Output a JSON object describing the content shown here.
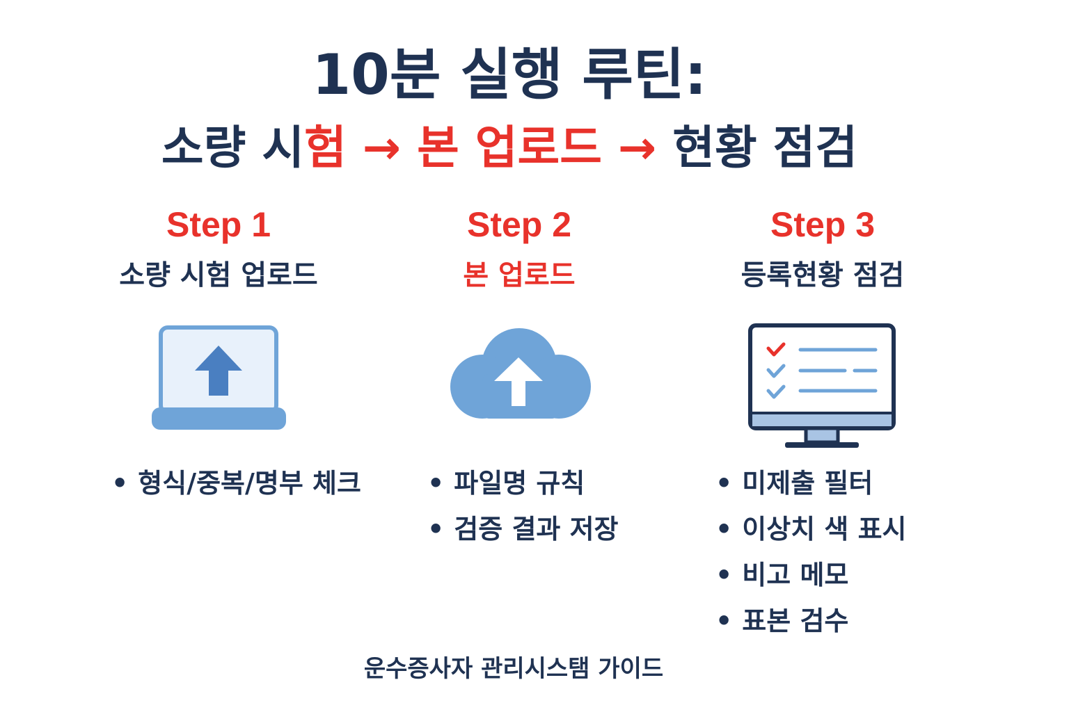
{
  "title": {
    "line1": "10분 실행 루틴:",
    "line2": {
      "part_a": "소량 시",
      "part_b": "험",
      "arrow1": "→",
      "part_c": "본 업로드",
      "arrow2": "→",
      "part_d": "현황 점검"
    }
  },
  "steps": [
    {
      "label": "Step 1",
      "subtitle": "소량 시험 업로드",
      "icon": "laptop-upload-icon",
      "bullets": [
        "형식/중복/명부 체크"
      ]
    },
    {
      "label": "Step 2",
      "subtitle": "본 업로드",
      "icon": "cloud-upload-icon",
      "bullets": [
        "파일명 규칙",
        "검증 결과 저장"
      ]
    },
    {
      "label": "Step 3",
      "subtitle": "등록현황 점검",
      "icon": "monitor-checklist-icon",
      "bullets": [
        "미제출 필터",
        "이상치 색 표시",
        "비고 메모",
        "표본 검수"
      ]
    }
  ],
  "bullet_marker": "•",
  "footer": "운수증사자 관리시스탬 가이드",
  "colors": {
    "navy": "#1f3252",
    "red": "#e8322b",
    "icon_blue": "#6fa4d8",
    "icon_dark_blue": "#4a7fc1"
  }
}
